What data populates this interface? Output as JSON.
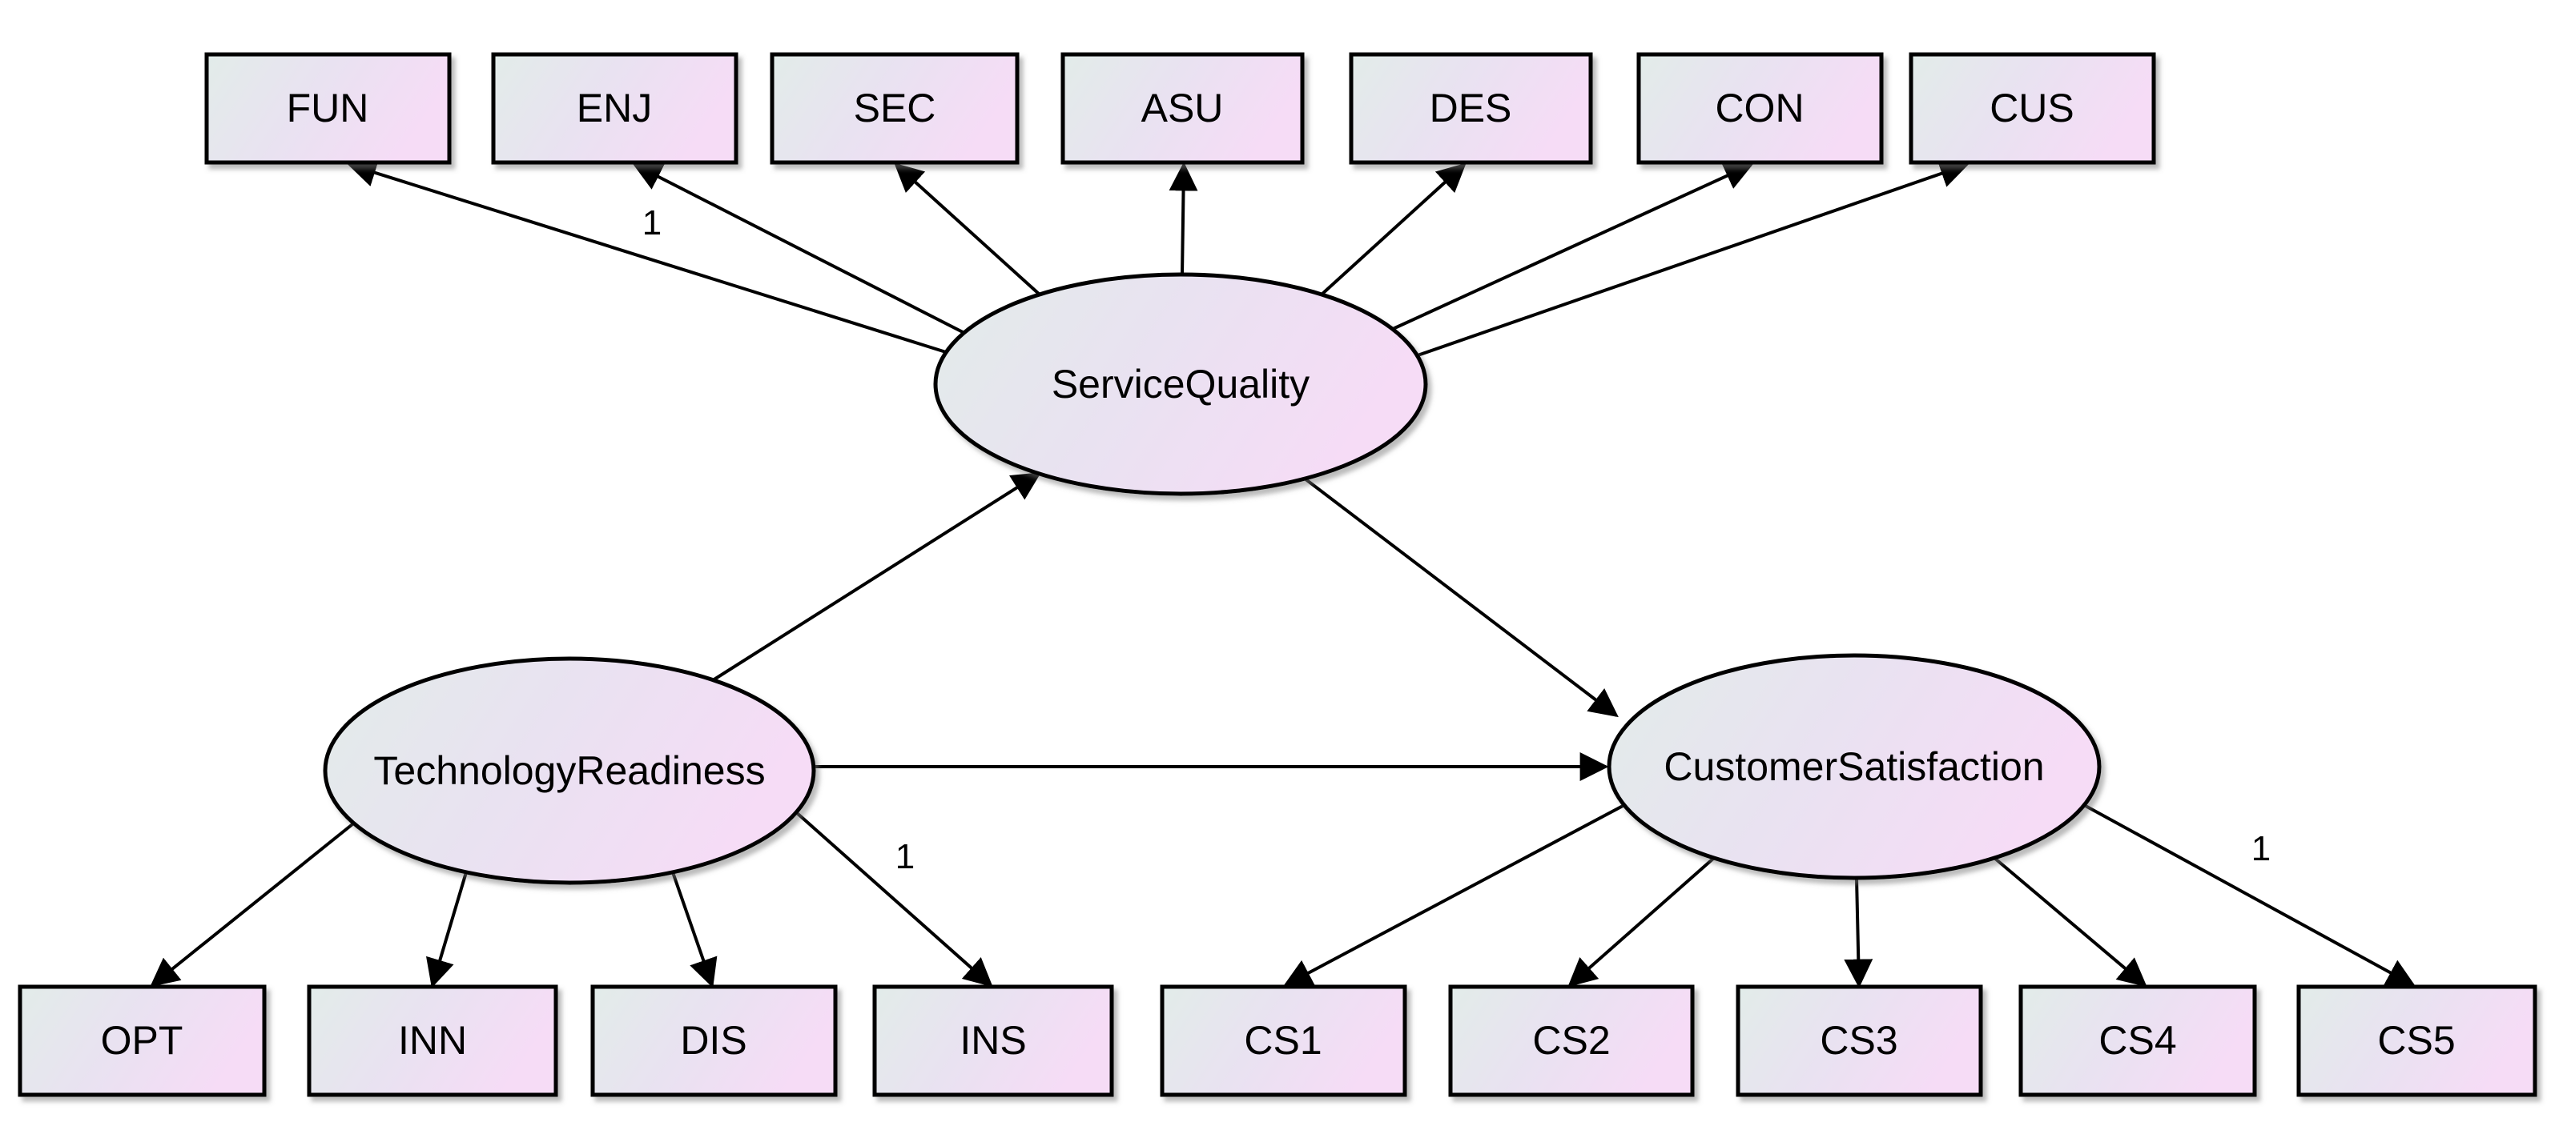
{
  "diagram": {
    "type": "sem-path-diagram",
    "latent": {
      "service_quality": "ServiceQuality",
      "technology_readiness": "TechnologyReadiness",
      "customer_satisfaction": "CustomerSatisfaction"
    },
    "indicators": {
      "service_quality": [
        "FUN",
        "ENJ",
        "SEC",
        "ASU",
        "DES",
        "CON",
        "CUS"
      ],
      "technology_readiness": [
        "OPT",
        "INN",
        "DIS",
        "INS"
      ],
      "customer_satisfaction": [
        "CS1",
        "CS2",
        "CS3",
        "CS4",
        "CS5"
      ]
    },
    "edge_labels": {
      "service_quality_fun": "1",
      "technology_readiness_ins": "1",
      "customer_satisfaction_cs5": "1"
    },
    "structural_paths": [
      {
        "from": "TechnologyReadiness",
        "to": "ServiceQuality"
      },
      {
        "from": "TechnologyReadiness",
        "to": "CustomerSatisfaction"
      },
      {
        "from": "ServiceQuality",
        "to": "CustomerSatisfaction"
      }
    ],
    "colors": {
      "node_fill_start": "#e2ece9",
      "node_fill_mid": "#e9e2f1",
      "node_fill_end": "#f6dcf6",
      "node_border": "#000000",
      "edge": "#000000",
      "background": "#ffffff"
    }
  }
}
